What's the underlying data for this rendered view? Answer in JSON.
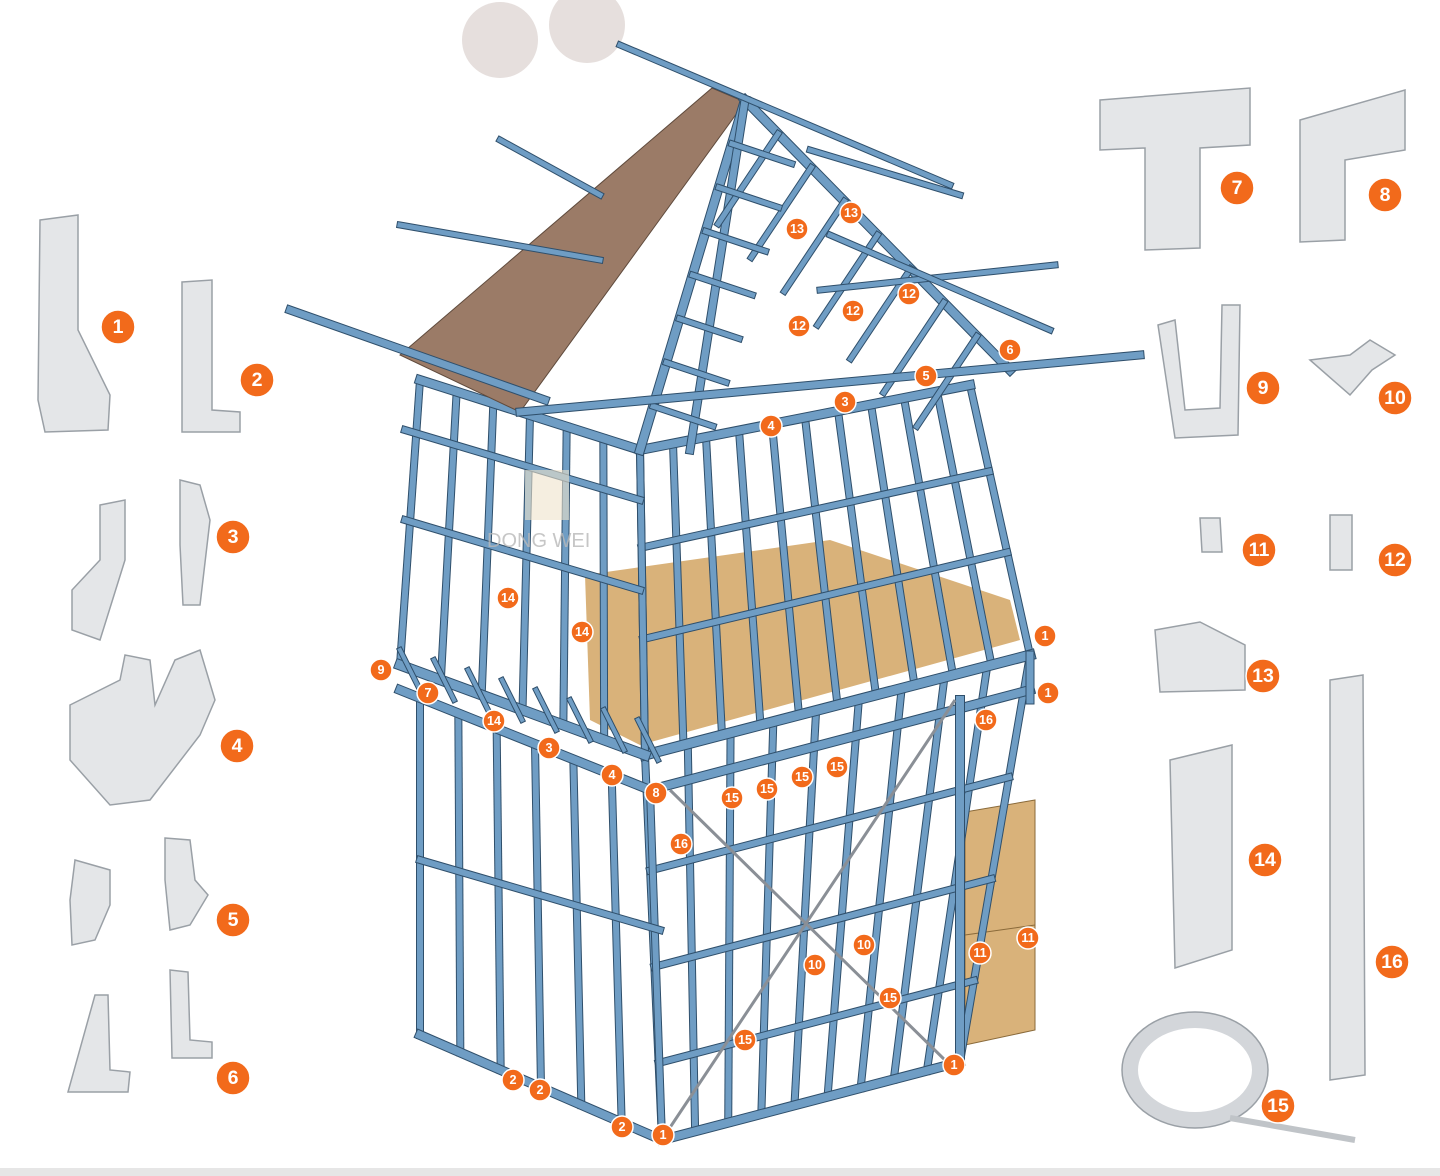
{
  "watermark": {
    "brand": "DONG WEI"
  },
  "colors": {
    "steel": "#6f9dc4",
    "steel_dark": "#2f4f6b",
    "badge": "#f26a1b",
    "osb": "#d9b27a",
    "roof": "#9b7b67",
    "part": "#e4e6e8"
  },
  "house_markers": [
    "13",
    "13",
    "12",
    "12",
    "12",
    "6",
    "5",
    "3",
    "4",
    "14",
    "14",
    "1",
    "9",
    "7",
    "1",
    "14",
    "3",
    "16",
    "4",
    "8",
    "15",
    "15",
    "15",
    "15",
    "16",
    "10",
    "10",
    "11",
    "11",
    "15",
    "15",
    "1",
    "2",
    "2",
    "2",
    "1"
  ],
  "parts": [
    {
      "label": "1",
      "icon": "hold-down-bracket"
    },
    {
      "label": "2",
      "icon": "strap-anchor"
    },
    {
      "label": "3",
      "icon": "rafter-connector"
    },
    {
      "label": "4",
      "icon": "joist-hanger"
    },
    {
      "label": "5",
      "icon": "truss-clip"
    },
    {
      "label": "6",
      "icon": "angle-bracket"
    },
    {
      "label": "7",
      "icon": "t-plate"
    },
    {
      "label": "8",
      "icon": "l-plate"
    },
    {
      "label": "9",
      "icon": "u-hanger"
    },
    {
      "label": "10",
      "icon": "bridging-clip"
    },
    {
      "label": "11",
      "icon": "small-clip"
    },
    {
      "label": "12",
      "icon": "angle-clip"
    },
    {
      "label": "13",
      "icon": "corner-angle"
    },
    {
      "label": "14",
      "icon": "perforated-plate"
    },
    {
      "label": "15",
      "icon": "strap-coil"
    },
    {
      "label": "16",
      "icon": "flat-strap"
    }
  ]
}
